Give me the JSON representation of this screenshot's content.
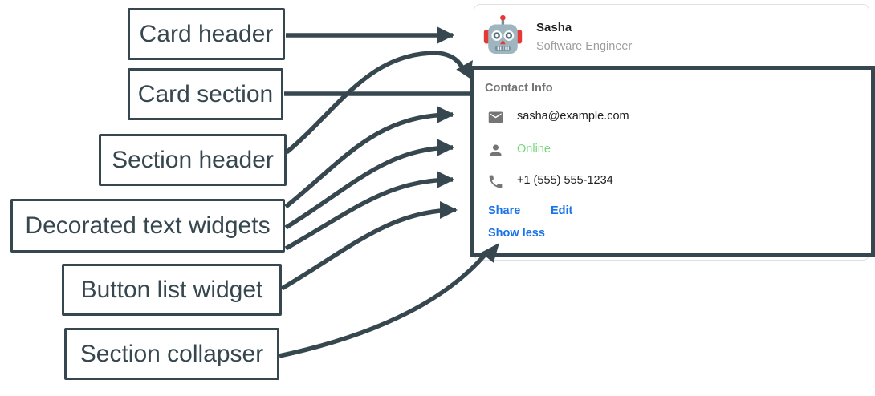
{
  "labels": {
    "card_header": "Card header",
    "card_section": "Card section",
    "section_header": "Section header",
    "decorated_text": "Decorated text widgets",
    "button_list": "Button list widget",
    "section_collapser": "Section collapser"
  },
  "card": {
    "header": {
      "avatar_icon": "robot-icon",
      "name": "Sasha",
      "subtitle": "Software Engineer"
    },
    "section": {
      "title": "Contact Info",
      "rows": [
        {
          "icon": "email-icon",
          "text": "sasha@example.com"
        },
        {
          "icon": "person-icon",
          "text": "Online",
          "status_color": "#77D87B"
        },
        {
          "icon": "phone-icon",
          "text": "+1 (555) 555-1234"
        }
      ],
      "buttons": [
        "Share",
        "Edit"
      ],
      "collapser": "Show less"
    }
  },
  "colors": {
    "annotation_dark": "#37474F",
    "card_border": "#E0E0E0",
    "muted_gray": "#757575",
    "text_dark": "#212121",
    "subtitle_gray": "#9E9E9E",
    "online_green": "#77D87B",
    "link_blue": "#1B74E8"
  }
}
